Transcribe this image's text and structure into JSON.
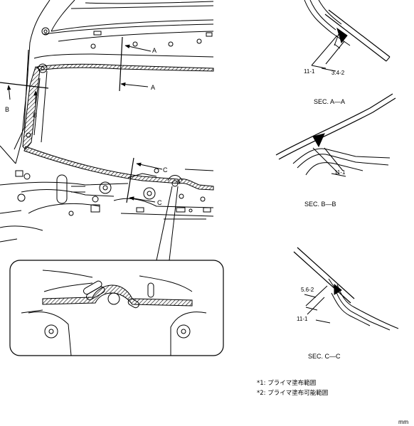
{
  "main_view": {
    "markers": {
      "a_top": "A",
      "a_bottom": "A",
      "b_left": "B",
      "b_right": "B",
      "c_top": "C",
      "c_bottom": "C"
    }
  },
  "sections": {
    "a": {
      "title": "SEC. A—A",
      "dim_left": "11-1",
      "dim_right": "3.4-2"
    },
    "b": {
      "title": "SEC. B—B",
      "dim": "11-1"
    },
    "c": {
      "title": "SEC. C—C",
      "dim_top": "5.6-2",
      "dim_bottom": "11-1"
    }
  },
  "notes": {
    "note1": "*1: プライマ塗布範囲",
    "note2": "*2: プライマ塗布可能範囲"
  },
  "unit": "mm",
  "colors": {
    "line": "#000000",
    "background": "#ffffff"
  }
}
